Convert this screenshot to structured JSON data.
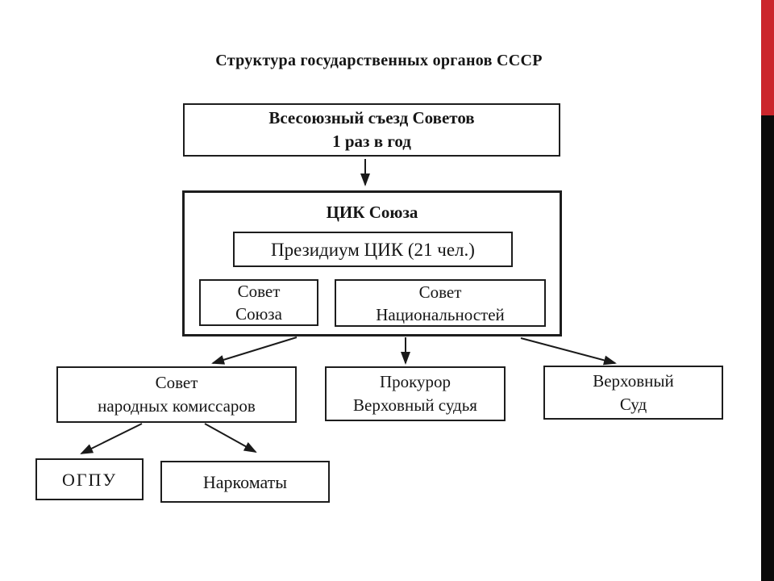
{
  "title": "Структура государственных органов СССР",
  "accent_bar": {
    "red_color": "#cb262c",
    "black_color": "#0a0a0a"
  },
  "colors": {
    "background": "#ffffff",
    "line": "#1a1a1a",
    "text": "#161616"
  },
  "diagram": {
    "congress": {
      "line1": "Всесоюзный съезд Советов",
      "line2": "1 раз в год"
    },
    "cik": {
      "label": "ЦИК Союза",
      "presidium": "Президиум ЦИК (21 чел.)",
      "council_union": {
        "line1": "Совет",
        "line2": "Союза"
      },
      "council_nationalities": {
        "line1": "Совет",
        "line2": "Национальностей"
      }
    },
    "sovnarkom": {
      "line1": "Совет",
      "line2": "народных комиссаров"
    },
    "prosecutor": {
      "line1": "Прокурор",
      "line2": "Верховный судья"
    },
    "supreme_court": {
      "line1": "Верховный",
      "line2": "Суд"
    },
    "ogpu": {
      "label": "ОГПУ"
    },
    "narkomats": {
      "label": "Наркоматы"
    }
  }
}
